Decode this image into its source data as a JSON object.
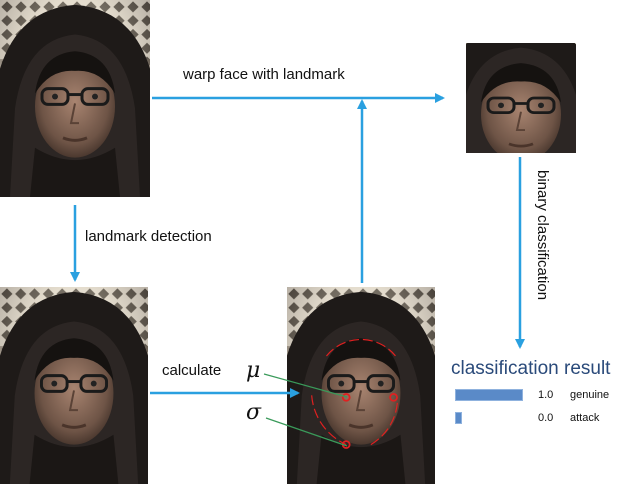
{
  "labels": {
    "warp": "warp face with landmark",
    "landmark_detection": "landmark detection",
    "calculate": "calculate",
    "binary": "binary classification",
    "mu": "μ",
    "sigma": "σ"
  },
  "result": {
    "title": "classification result",
    "rows": [
      {
        "value_text": "1.0",
        "value": 1.0,
        "label": "genuine"
      },
      {
        "value_text": "0.0",
        "value": 0.0,
        "label": "attack"
      }
    ]
  },
  "colors": {
    "arrow": "#2aa0e0",
    "landmark": "#e02020",
    "stat_line": "#3a9a5a",
    "bar": "#5a8ac8",
    "title": "#2a4a7a"
  }
}
